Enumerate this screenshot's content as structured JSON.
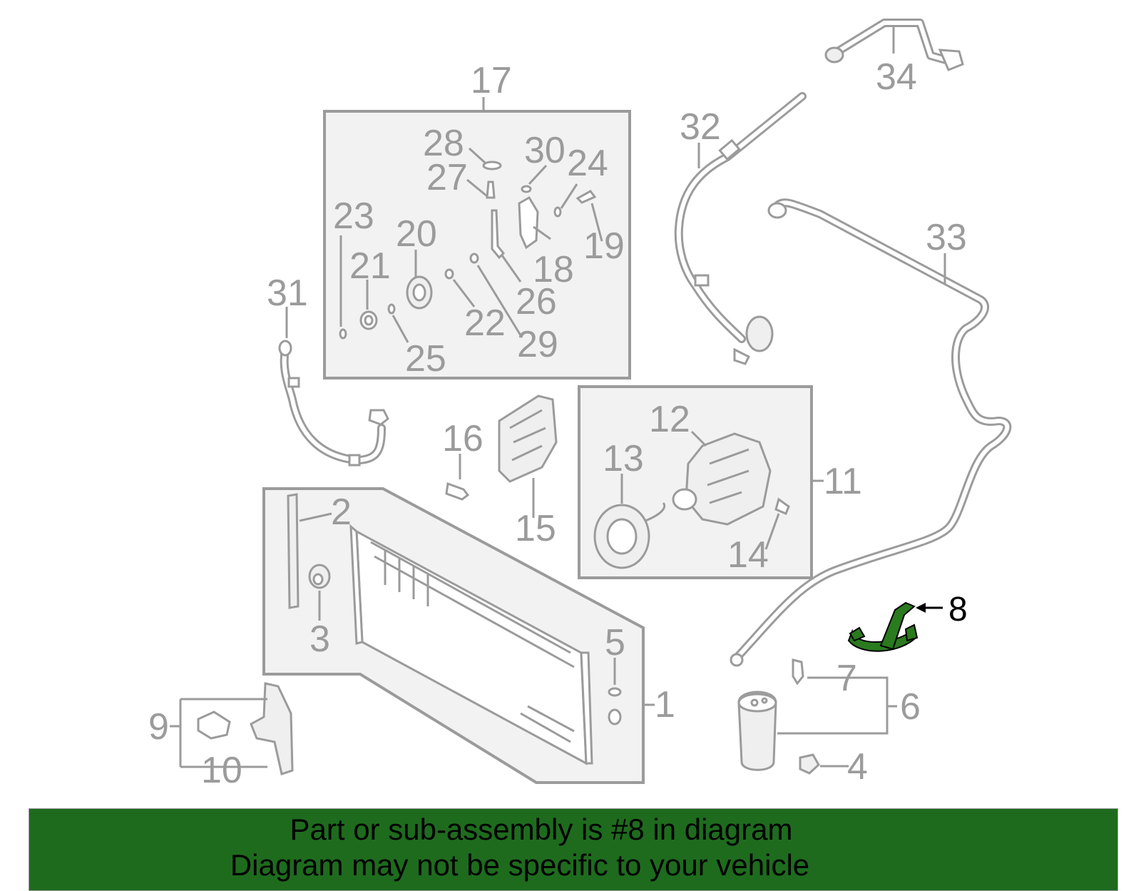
{
  "diagram": {
    "highlight_color": "#2a7a1e",
    "labels": {
      "l1": "1",
      "l2": "2",
      "l3": "3",
      "l4": "4",
      "l5": "5",
      "l6": "6",
      "l7": "7",
      "l8": "8",
      "l9": "9",
      "l10": "10",
      "l11": "11",
      "l12": "12",
      "l13": "13",
      "l14": "14",
      "l15": "15",
      "l16": "16",
      "l17": "17",
      "l18": "18",
      "l19": "19",
      "l20": "20",
      "l21": "21",
      "l22": "22",
      "l23": "23",
      "l24": "24",
      "l25": "25",
      "l26": "26",
      "l27": "27",
      "l28": "28",
      "l29": "29",
      "l30": "30",
      "l31": "31",
      "l32": "32",
      "l33": "33",
      "l34": "34"
    }
  },
  "banner": {
    "line1": "Part or sub-assembly is #8 in diagram",
    "line2": "Diagram may not be specific to your vehicle",
    "background": "#1e6b1e"
  }
}
